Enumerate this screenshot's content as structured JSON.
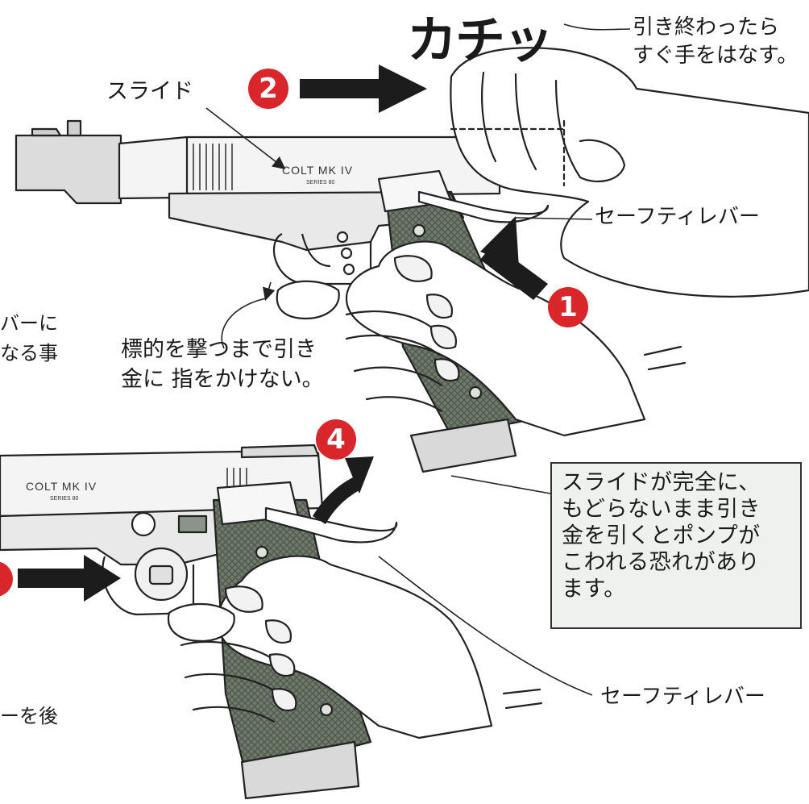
{
  "sound_effect": "カチッ",
  "labels": {
    "slide": "スライド",
    "release_line1": "引き終わったら",
    "release_line2": "すぐ手をはなす。",
    "safety_lever_top": "セーフティレバー",
    "safety_lever_bottom": "セーフティレバー",
    "trigger_line1": "標的を撃つまで引き",
    "trigger_line2": "金に 指をかけない。",
    "left_cut_1": "バーに",
    "left_cut_2": "なる事",
    "left_cut_3": "ーを後"
  },
  "callout": {
    "lines": [
      "スライドが完全に、",
      "もどらないまま引き",
      "金を引くとポンプが",
      "こわれる恐れがあり",
      "ます。"
    ]
  },
  "gun_markings": {
    "top": "COLT MK IV",
    "top_sub": "SERIES 80",
    "bottom": "COLT MK IV",
    "bottom_sub": "SERIES 80"
  },
  "steps": {
    "one": "1",
    "two": "2",
    "four": "4"
  },
  "colors": {
    "step_badge": "#d8262a",
    "grip": "#6f7a6b",
    "callout_bg": "#eff1ee"
  }
}
